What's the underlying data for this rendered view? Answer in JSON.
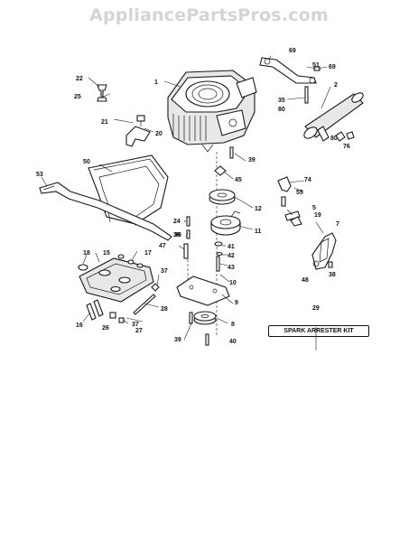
{
  "watermark": "AppliancePartsPros.com",
  "parts": [
    {
      "id": "p1",
      "label": "1"
    },
    {
      "id": "p2",
      "label": "2"
    },
    {
      "id": "p5",
      "label": "5"
    },
    {
      "id": "p7",
      "label": "7"
    },
    {
      "id": "p8",
      "label": "8"
    },
    {
      "id": "p9",
      "label": "9"
    },
    {
      "id": "p10",
      "label": "10"
    },
    {
      "id": "p11",
      "label": "11"
    },
    {
      "id": "p12",
      "label": "12"
    },
    {
      "id": "p15",
      "label": "15"
    },
    {
      "id": "p16",
      "label": "16"
    },
    {
      "id": "p17",
      "label": "17"
    },
    {
      "id": "p18",
      "label": "18"
    },
    {
      "id": "p19",
      "label": "19"
    },
    {
      "id": "p20",
      "label": "20"
    },
    {
      "id": "p21",
      "label": "21"
    },
    {
      "id": "p22",
      "label": "22"
    },
    {
      "id": "p24",
      "label": "24"
    },
    {
      "id": "p25",
      "label": "25"
    },
    {
      "id": "p26",
      "label": "26"
    },
    {
      "id": "p27",
      "label": "27"
    },
    {
      "id": "p28",
      "label": "28"
    },
    {
      "id": "p35",
      "label": "35"
    },
    {
      "id": "p36",
      "label": "36"
    },
    {
      "id": "p37a",
      "label": "37"
    },
    {
      "id": "p37b",
      "label": "37"
    },
    {
      "id": "p38",
      "label": "38"
    },
    {
      "id": "p39a",
      "label": "39"
    },
    {
      "id": "p39b",
      "label": "39"
    },
    {
      "id": "p39c",
      "label": "39"
    },
    {
      "id": "p40",
      "label": "40"
    },
    {
      "id": "p41",
      "label": "41"
    },
    {
      "id": "p42",
      "label": "42"
    },
    {
      "id": "p43",
      "label": "43"
    },
    {
      "id": "p45",
      "label": "45"
    },
    {
      "id": "p47",
      "label": "47"
    },
    {
      "id": "p48",
      "label": "48"
    },
    {
      "id": "p50",
      "label": "50"
    },
    {
      "id": "p51",
      "label": "51"
    },
    {
      "id": "p53",
      "label": "53"
    },
    {
      "id": "p55",
      "label": "55"
    },
    {
      "id": "p69a",
      "label": "69"
    },
    {
      "id": "p69b",
      "label": "69"
    },
    {
      "id": "p74",
      "label": "74"
    },
    {
      "id": "p76",
      "label": "76"
    },
    {
      "id": "p80a",
      "label": "80"
    },
    {
      "id": "p80b",
      "label": "80"
    }
  ],
  "kit": {
    "number": "29",
    "label": "SPARK ARRESTER KIT"
  }
}
